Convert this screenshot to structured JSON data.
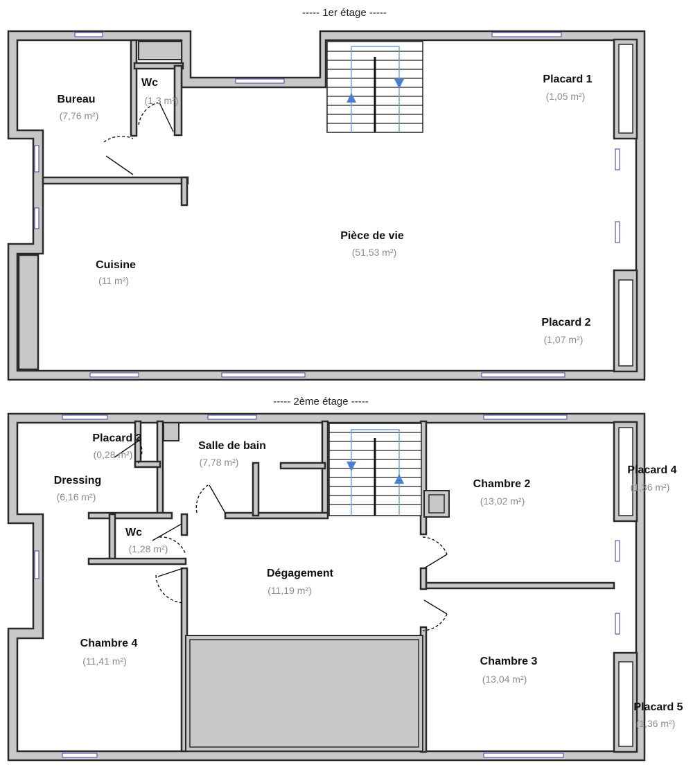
{
  "floors": [
    {
      "label": "-----  1er étage  -----",
      "rooms": [
        {
          "name": "Bureau",
          "area": "(7,76 m²)"
        },
        {
          "name": "Wc",
          "area": "(1,3 m²)"
        },
        {
          "name": "Placard 1",
          "area": "(1,05 m²)"
        },
        {
          "name": "Pièce de vie",
          "area": "(51,53 m²)"
        },
        {
          "name": "Cuisine",
          "area": "(11 m²)"
        },
        {
          "name": "Placard 2",
          "area": "(1,07 m²)"
        }
      ]
    },
    {
      "label": "-----  2ème étage  -----",
      "rooms": [
        {
          "name": "Placard 3",
          "area": "(0,28 m²)"
        },
        {
          "name": "Salle de bain",
          "area": "(7,78 m²)"
        },
        {
          "name": "Dressing",
          "area": "(6,16 m²)"
        },
        {
          "name": "Chambre 2",
          "area": "(13,02 m²)"
        },
        {
          "name": "Placard 4",
          "area": "(1,36 m²)"
        },
        {
          "name": "Wc",
          "area": "(1,28 m²)"
        },
        {
          "name": "Dégagement",
          "area": "(11,19 m²)"
        },
        {
          "name": "Chambre 4",
          "area": "(11,41 m²)"
        },
        {
          "name": "Chambre 3",
          "area": "(13,04 m²)"
        },
        {
          "name": "Placard 5",
          "area": "(1,36 m²)"
        }
      ]
    }
  ],
  "colors": {
    "wall_fill": "#c8c8c8",
    "wall_stroke": "#2a2a2a",
    "window": "#5a5ab0",
    "stair_arrow": "#4a7fd4",
    "area_text": "#8a8a8a"
  }
}
